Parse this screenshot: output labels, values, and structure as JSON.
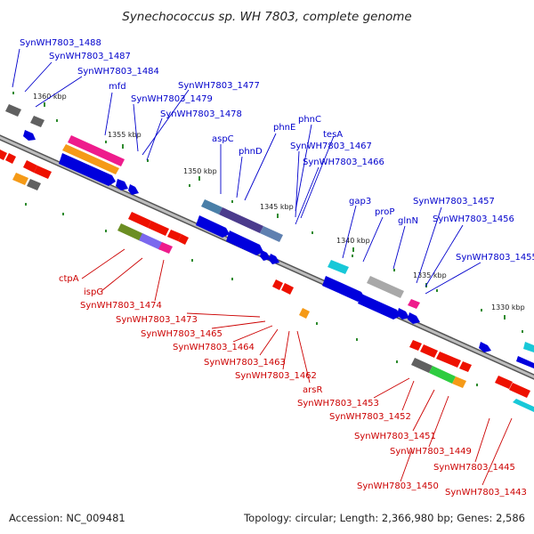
{
  "title": "Synechococcus sp. WH 7803, complete genome",
  "footer": {
    "accession": "Accession: NC_009481",
    "summary": "Topology: circular; Length: 2,366,980 bp; Genes: 2,586"
  },
  "ticks": [
    "1360 kbp",
    "1355 kbp",
    "1350 kbp",
    "1345 kbp",
    "1340 kbp",
    "1335 kbp",
    "1330 kbp"
  ],
  "top_labels": [
    "SynWH7803_1488",
    "SynWH7803_1487",
    "SynWH7803_1484",
    "mfd",
    "SynWH7803_1477",
    "SynWH7803_1479",
    "SynWH7803_1478",
    "aspC",
    "phnE",
    "phnC",
    "tesA",
    "phnD",
    "SynWH7803_1467",
    "SynWH7803_1466",
    "gap3",
    "proP",
    "glnN",
    "SynWH7803_1457",
    "SynWH7803_1456",
    "SynWH7803_1455"
  ],
  "bottom_labels": [
    "ctpA",
    "ispG",
    "SynWH7803_1474",
    "SynWH7803_1473",
    "SynWH7803_1465",
    "SynWH7803_1464",
    "SynWH7803_1463",
    "SynWH7803_1462",
    "arsR",
    "SynWH7803_1453",
    "SynWH7803_1452",
    "SynWH7803_1451",
    "SynWH7803_1449",
    "SynWH7803_1450",
    "SynWH7803_1445",
    "SynWH7803_1443"
  ],
  "colors": {
    "forward_label": "#0000cc",
    "reverse_label": "#cc0000",
    "backbone": "#8a8a8a",
    "tick_dot": "#2e8b2e"
  }
}
